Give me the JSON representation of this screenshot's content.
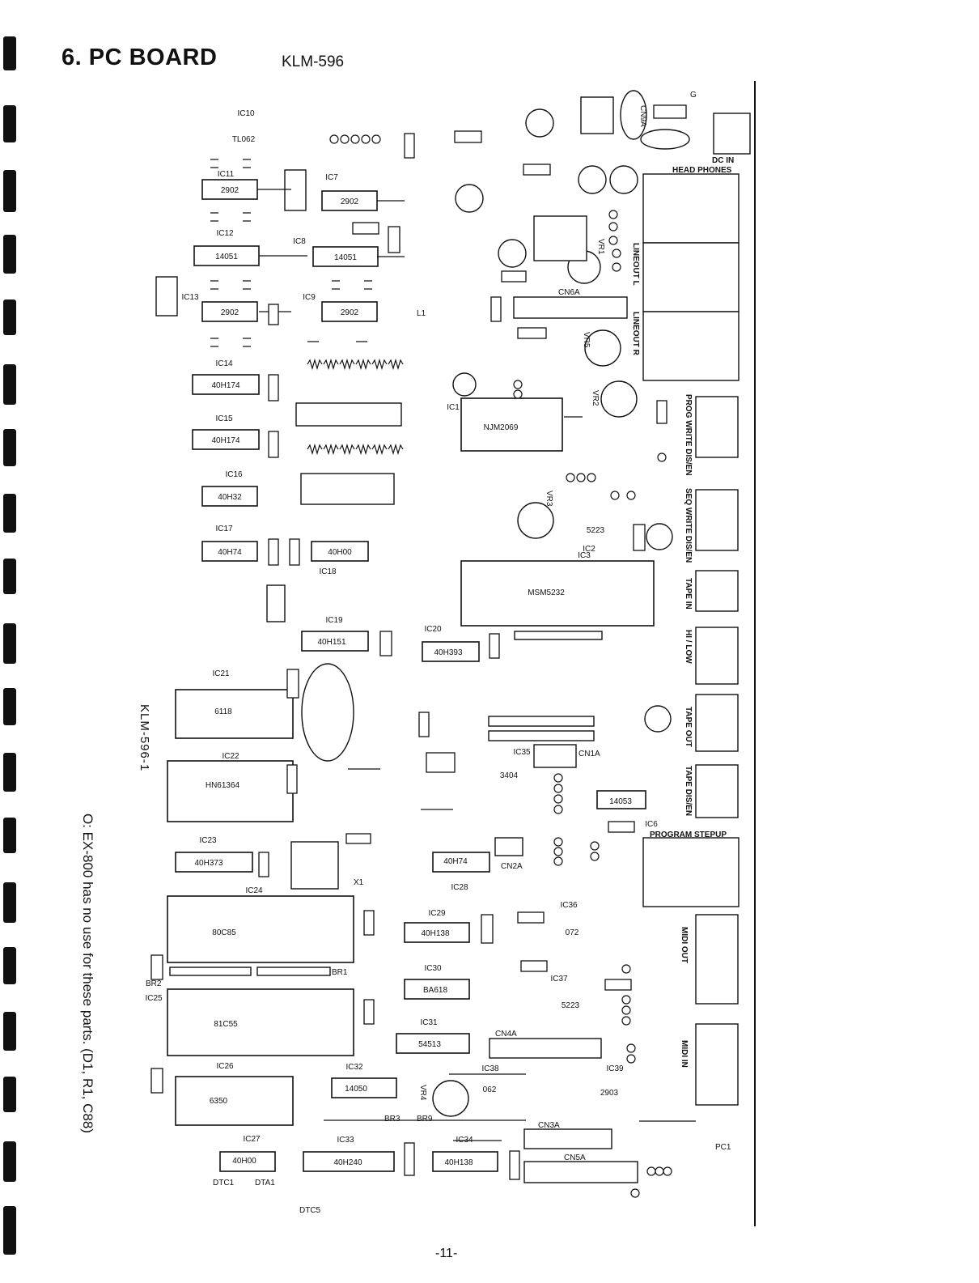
{
  "header": {
    "title": "6. PC BOARD",
    "model": "KLM-596"
  },
  "footer": {
    "page": "-11-"
  },
  "board": {
    "side_label": "KLM-596-1"
  },
  "note": "O: EX-800 has no use for these parts. (D1, R1, C88)",
  "chips": [
    {
      "ref": "IC11",
      "part": "2902"
    },
    {
      "ref": "IC7",
      "part": "2902"
    },
    {
      "ref": "IC12",
      "part": "14051"
    },
    {
      "ref": "IC8",
      "part": "14051"
    },
    {
      "ref": "IC13",
      "part": "2902"
    },
    {
      "ref": "IC9",
      "part": "2902"
    },
    {
      "ref": "IC14",
      "part": "40H174"
    },
    {
      "ref": "IC15",
      "part": "40H174"
    },
    {
      "ref": "IC16",
      "part": "40H32"
    },
    {
      "ref": "IC17",
      "part": "40H74"
    },
    {
      "ref": "IC18",
      "part": "40H00"
    },
    {
      "ref": "IC19",
      "part": "40H151"
    },
    {
      "ref": "IC20",
      "part": "40H393"
    },
    {
      "ref": "IC21",
      "part": "6118"
    },
    {
      "ref": "IC22",
      "part": "HN61364"
    },
    {
      "ref": "IC23",
      "part": "40H373"
    },
    {
      "ref": "IC24",
      "part": "80C85"
    },
    {
      "ref": "IC25",
      "part": "81C55"
    },
    {
      "ref": "IC26",
      "part": "6350"
    },
    {
      "ref": "IC27",
      "part": "40H00"
    },
    {
      "ref": "IC28",
      "part": "40H74"
    },
    {
      "ref": "IC29",
      "part": "40H138"
    },
    {
      "ref": "IC30",
      "part": "BA618"
    },
    {
      "ref": "IC31",
      "part": "54513"
    },
    {
      "ref": "IC32",
      "part": "14050"
    },
    {
      "ref": "IC33",
      "part": "40H240"
    },
    {
      "ref": "IC34",
      "part": "40H138"
    },
    {
      "ref": "IC1",
      "part": "NJM2069"
    },
    {
      "ref": "IC3",
      "part": "MSM5232"
    },
    {
      "ref": "IC6",
      "part": "14053"
    },
    {
      "ref": "IC2",
      "part": "5223"
    },
    {
      "ref": "IC10",
      "part": "TL062"
    },
    {
      "ref": "IC35",
      "part": "3404"
    },
    {
      "ref": "IC36",
      "part": "072"
    },
    {
      "ref": "IC37",
      "part": "5223"
    },
    {
      "ref": "IC38",
      "part": "062"
    },
    {
      "ref": "IC39",
      "part": "2903"
    }
  ],
  "connectors": [
    "CN2A",
    "CN3A",
    "CN4A",
    "CN5A",
    "CN6A",
    "CN1A",
    "CN9A"
  ],
  "edge_labels": {
    "dc_in": "DC IN",
    "head_phones": "HEAD PHONES",
    "lineout_l": "LINEOUT L",
    "lineout_r": "LINEOUT R",
    "prog_write": "PROG WRITE DIS/EN",
    "seq_write": "SEQ WRITE DIS/EN",
    "tape_in": "TAPE IN",
    "hi_low": "HI / LOW",
    "tape_out": "TAPE OUT",
    "tape_dis": "TAPE DIS/EN",
    "program_stepup": "PROGRAM STEPUP",
    "midi_out": "MIDI OUT",
    "midi_in": "MIDI IN"
  },
  "misc_labels": {
    "x1": "X1",
    "vr1": "VR1",
    "vr2": "VR2",
    "vr3": "VR3",
    "vr4": "VR4",
    "vr5": "VR5",
    "br1": "BR1",
    "br2": "BR2",
    "br3": "BR3",
    "br9": "BR9",
    "dtc1": "DTC1",
    "dta1": "DTA1",
    "dtc5": "DTC5",
    "pc1": "PC1",
    "l1": "L1",
    "g": "G"
  }
}
